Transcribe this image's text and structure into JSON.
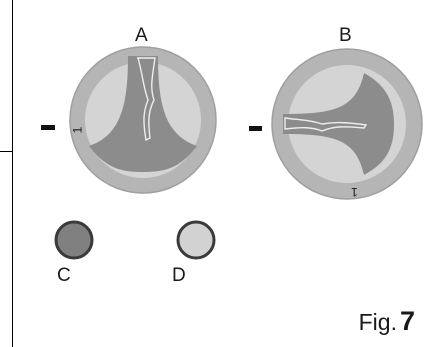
{
  "knob_a": {
    "label": "A",
    "mark": "1",
    "indicator": "–"
  },
  "knob_b": {
    "label": "B",
    "mark": "1",
    "indicator": "–"
  },
  "indicator_c": {
    "label": "C"
  },
  "indicator_d": {
    "label": "D"
  },
  "caption": {
    "prefix": "Fig.",
    "number": "7"
  },
  "colors": {
    "ring": "#b5b5b5",
    "ring_edge": "#9a9a9a",
    "inner_face": "#d4d4d4",
    "grip": "#8c8c8c",
    "light_c": "#808080",
    "light_d": "#d2d2d2",
    "outline": "#3a3a3a"
  }
}
